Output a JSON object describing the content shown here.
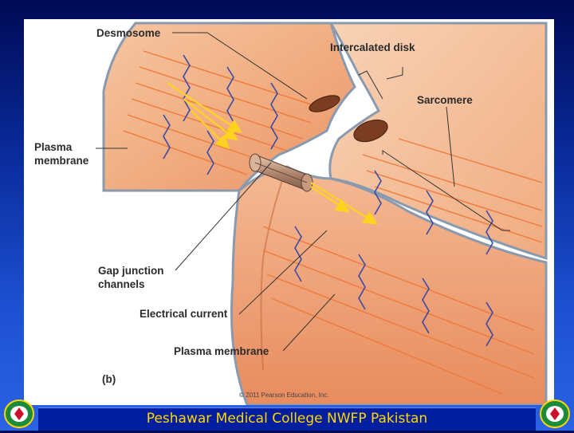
{
  "labels": {
    "desmosome": "Desmosome",
    "intercalated_disk": "Intercalated disk",
    "sarcomere": "Sarcomere",
    "plasma_membrane_left_1": "Plasma",
    "plasma_membrane_left_2": "membrane",
    "gap_junction_1": "Gap junction",
    "gap_junction_2": "channels",
    "electrical_current": "Electrical current",
    "plasma_membrane_bottom": "Plasma membrane",
    "panel_letter": "(b)"
  },
  "copyright": "© 2011 Pearson Education, Inc.",
  "footer": {
    "text": "Peshawar Medical College NWFP Pakistan"
  },
  "colors": {
    "background_top": "#000a55",
    "background_bottom": "#2a63e6",
    "footer_bar": "#001e9e",
    "footer_text": "#ffd800",
    "cell_fill": "#f2b48c",
    "membrane": "#8a9aae",
    "myofibril_blue": "#3b4aa6",
    "myofibril_orange": "#f07a3a",
    "current_arrow": "#ffd21f",
    "desmosome": "#7a3d22",
    "gap_junction": "#b08770"
  },
  "icons": [
    "college-logo-left",
    "college-logo-right"
  ]
}
